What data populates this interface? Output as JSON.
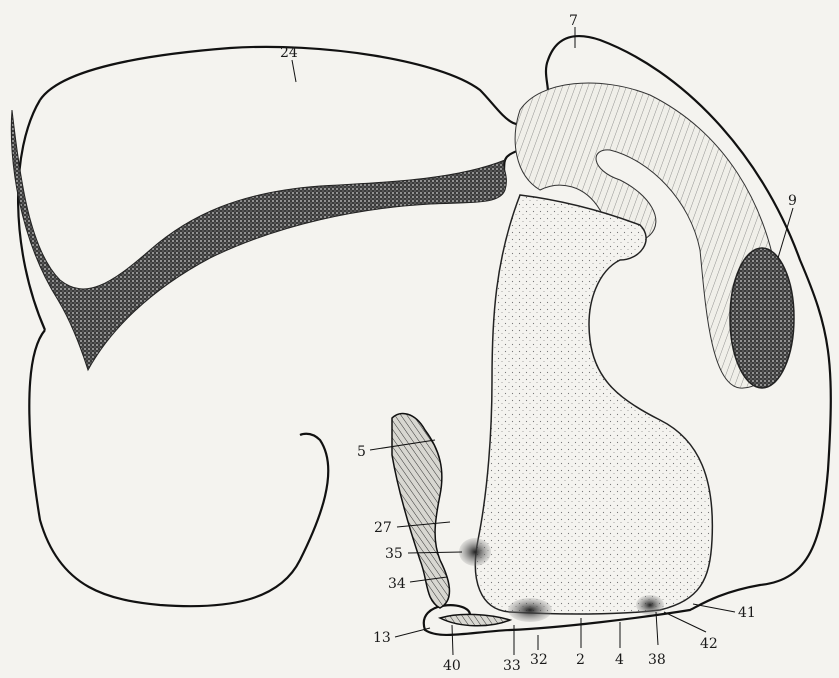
{
  "figure": {
    "labels": {
      "l24": "24",
      "l7": "7",
      "l9": "9",
      "l5": "5",
      "l27": "27",
      "l35": "35",
      "l34": "34",
      "l13": "13",
      "l40": "40",
      "l33": "33",
      "l32": "32",
      "l2": "2",
      "l4": "4",
      "l38": "38",
      "l42": "42",
      "l41": "41"
    },
    "colors": {
      "ink": "#111111",
      "paper": "#f4f3ef",
      "stipple": "#6e6e6e",
      "dense": "#2a2a2a"
    }
  }
}
